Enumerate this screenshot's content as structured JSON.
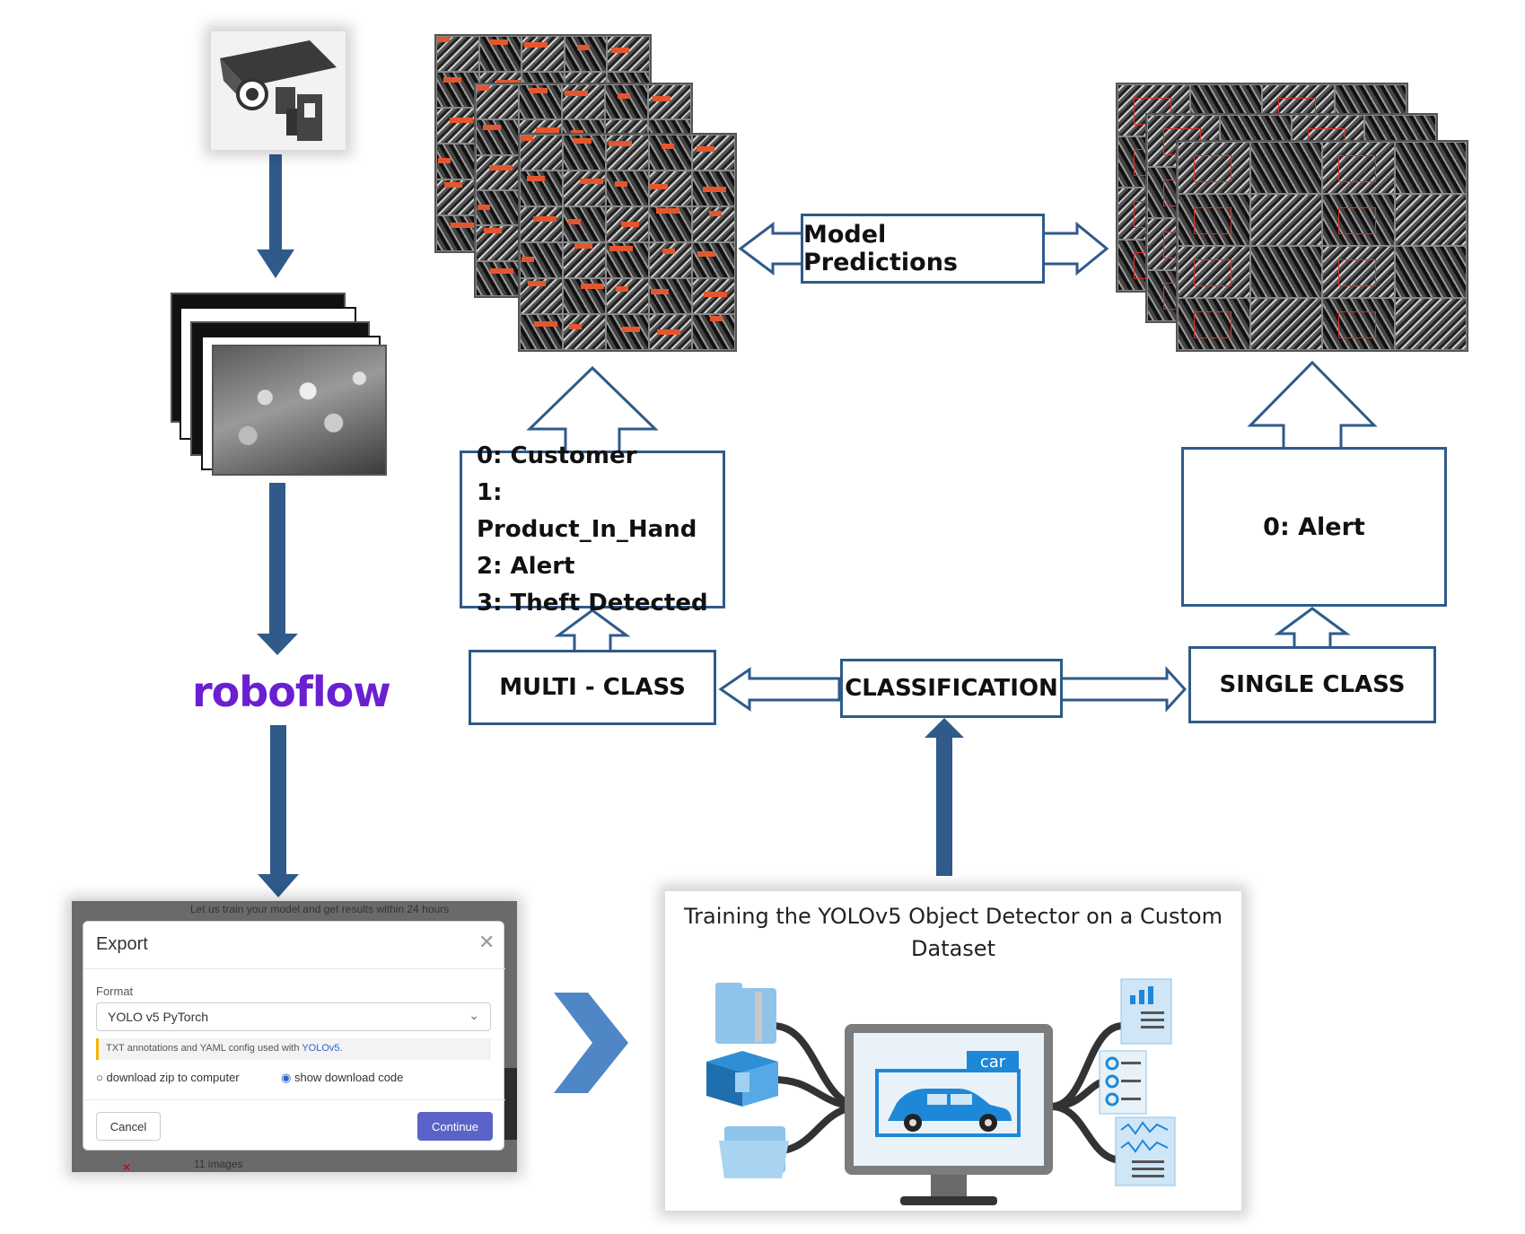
{
  "roboflow": {
    "logo_text": "roboflow",
    "color": "#6a1fd1"
  },
  "model_predictions": {
    "label": "Model Predictions"
  },
  "classification": {
    "label": "CLASSIFICATION"
  },
  "multi_class": {
    "label": "MULTI - CLASS",
    "classes": [
      "0: Customer",
      "1: Product_In_Hand",
      "2: Alert",
      "3: Theft Detected"
    ]
  },
  "single_class": {
    "label": "SINGLE CLASS",
    "classes": [
      "0: Alert"
    ]
  },
  "export_dialog": {
    "background_text": "Let us train your model and get results within 24 hours",
    "title": "Export",
    "format_label": "Format",
    "format_value": "YOLO v5 PyTorch",
    "info_text": "TXT annotations and YAML config used with",
    "info_link": "YOLOv5.",
    "option_zip": "download zip to computer",
    "option_code": "show download code",
    "cancel": "Cancel",
    "continue": "Continue",
    "footer_text": "11 images"
  },
  "training": {
    "title_line1": "Training the YOLOv5 Object Detector on a Custom",
    "title_line2": "Dataset",
    "car_label": "car"
  },
  "colors": {
    "arrow": "#2f5a8a",
    "box_border": "#2f5a8a",
    "chevron": "#4f86c6",
    "continue_btn": "#5b63c9"
  },
  "icons": [
    "cctv-camera-icon",
    "chevron-right-icon",
    "folder-zip-icon",
    "box-icon",
    "folder-icon",
    "monitor-icon",
    "car-icon",
    "chart-document-icon",
    "list-document-icon",
    "wave-document-icon"
  ]
}
